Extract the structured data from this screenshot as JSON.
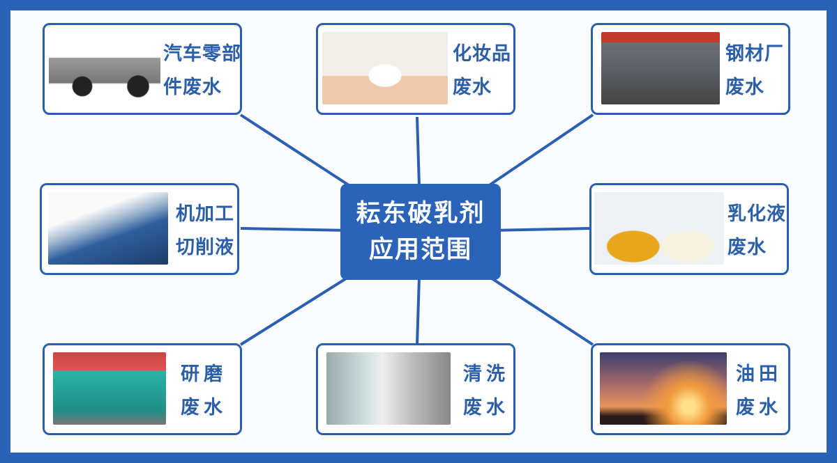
{
  "center": {
    "line1": "耘东破乳剂",
    "line2": "应用范围"
  },
  "items": [
    {
      "line1": "汽车零部",
      "line2": "件废水",
      "image": "car-parts-image"
    },
    {
      "line1": "化妆品",
      "line2": "废水",
      "image": "cosmetics-image"
    },
    {
      "line1": "钢材厂",
      "line2": "废水",
      "image": "steel-mill-image"
    },
    {
      "line1": "机加工",
      "line2": "切削液",
      "image": "machining-image"
    },
    {
      "line1": "乳化液",
      "line2": "废水",
      "image": "emulsion-flasks-image"
    },
    {
      "line1": "研磨",
      "line2": "废水",
      "image": "grinding-machine-image"
    },
    {
      "line1": "清洗",
      "line2": "废水",
      "image": "cleaning-worker-image"
    },
    {
      "line1": "油田",
      "line2": "废水",
      "image": "oilfield-pumpjack-image"
    }
  ],
  "colors": {
    "border": "#2a62b7",
    "accent": "#2b5fa8",
    "center": "#2b63b8"
  }
}
